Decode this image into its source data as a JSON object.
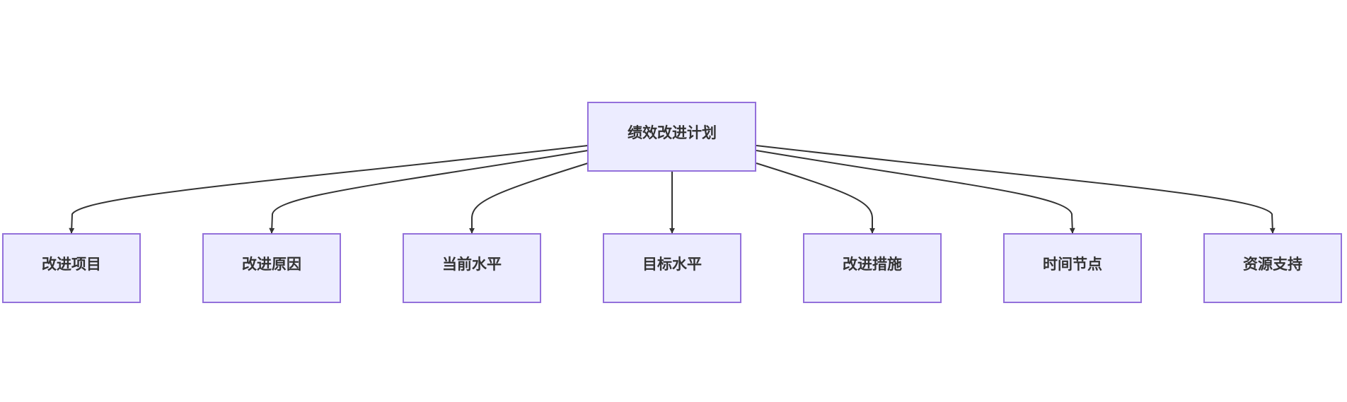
{
  "diagram": {
    "root": {
      "id": "root",
      "label": "绩效改进计划"
    },
    "children": [
      {
        "id": "c1",
        "label": "改进项目"
      },
      {
        "id": "c2",
        "label": "改进原因"
      },
      {
        "id": "c3",
        "label": "当前水平"
      },
      {
        "id": "c4",
        "label": "目标水平"
      },
      {
        "id": "c5",
        "label": "改进措施"
      },
      {
        "id": "c6",
        "label": "时间节点"
      },
      {
        "id": "c7",
        "label": "资源支持"
      }
    ],
    "colors": {
      "node_fill": "#ECECFF",
      "node_stroke": "#9370DB",
      "edge": "#333333",
      "text": "#333333"
    }
  }
}
